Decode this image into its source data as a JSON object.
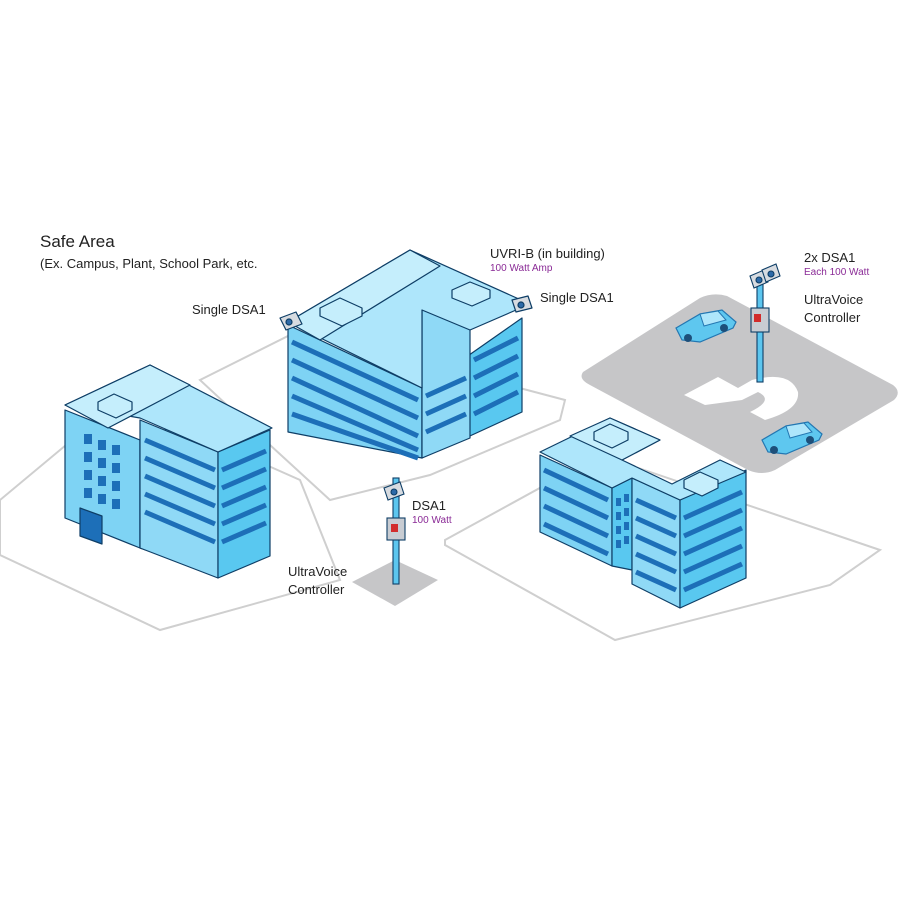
{
  "safe_area": {
    "title": "Safe Area",
    "subtitle": "(Ex. Campus, Plant, School Park, etc."
  },
  "labels": {
    "single_dsa_left": "Single DSA1",
    "single_dsa_right": "Single DSA1",
    "uvri_title": "UVRI-B (in building)",
    "uvri_sub": "100 Watt Amp",
    "dsa_parking_title": "2x DSA1",
    "dsa_parking_sub": "Each 100 Watt",
    "controller_parking_line1": "UltraVoice",
    "controller_parking_line2": "Controller",
    "dsa_center_title": "DSA1",
    "dsa_center_sub": "100 Watt",
    "controller_center_line1": "UltraVoice",
    "controller_center_line2": "Controller"
  },
  "colors": {
    "building_light": "#aee6fb",
    "building_front": "#59c8f0",
    "building_side": "#3fb0e2",
    "stripe": "#1d6fb8",
    "outline": "#0e3e66",
    "ground_line": "#cfcfcf",
    "pad_gray": "#c6c6c8",
    "accent_purple": "#8a2a96",
    "pole_blue": "#5cc6ef"
  }
}
